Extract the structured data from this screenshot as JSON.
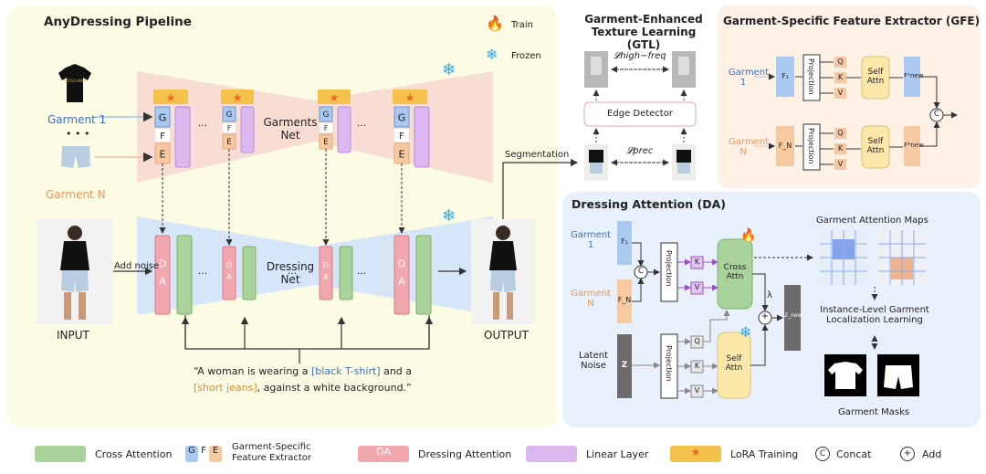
{
  "pipeline": {
    "title": "AnyDressing Pipeline",
    "garment1": "Garment 1",
    "dots": "• • •",
    "garmentN": "Garment N",
    "garments_net": [
      "Garments",
      "Net"
    ],
    "dressing_net": [
      "Dressing",
      "Net"
    ],
    "add_noise": "Add noise",
    "input": "INPUT",
    "output": "OUTPUT",
    "ellipsis": "...",
    "g": "G",
    "f": "F",
    "e": "E",
    "da_d": "D",
    "da_a": "A",
    "prompt_1a": "“A woman is wearing a ",
    "prompt_1b": "[black T-shirt]",
    "prompt_1c": " and a",
    "prompt_2a": "[short jeans]",
    "prompt_2b": ", against a white background.”",
    "shirt_text": "MOSCHINO"
  },
  "legend_top": {
    "train": "Train",
    "frozen": "Frozen"
  },
  "gtl": {
    "title_1": "Garment-Enhanced",
    "title_2": "Texture Learning (GTL)",
    "loss_high": "𝓛high−freq",
    "edge_detector": "Edge Detector",
    "loss_prec": "𝓛prec",
    "segmentation": "Segmentation"
  },
  "gfe": {
    "title": "Garment-Specific Feature Extractor (GFE)",
    "garment1_a": "Garment",
    "garment1_b": "1",
    "garmentN_a": "Garment",
    "garmentN_b": "N",
    "f1": "F₁",
    "fN": "F_N",
    "projection": "Projection",
    "q": "Q",
    "k": "K",
    "v": "V",
    "self_attn_a": "Self",
    "self_attn_b": "Attn",
    "fnew1": "F¹new",
    "fnewN": "Fᴺnew",
    "concat": "C"
  },
  "da": {
    "title": "Dressing Attention (DA)",
    "garment1_a": "Garment",
    "garment1_b": "1",
    "garmentN_a": "Garment",
    "garmentN_b": "N",
    "f1": "F₁",
    "fN": "F_N",
    "concat": "C",
    "projection": "Projection",
    "k": "K",
    "v": "V",
    "q": "Q",
    "cross_attn_a": "Cross",
    "cross_attn_b": "Attn",
    "self_attn_a": "Self",
    "self_attn_b": "Attn",
    "lambda": "λ",
    "plus": "+",
    "znew": "Z_new",
    "latent_a": "Latent",
    "latent_b": "Noise",
    "z": "Z",
    "maps_title": "Garment Attention Maps",
    "ilg_1": "Instance-Level Garment",
    "ilg_2": "Localization Learning",
    "masks_title": "Garment Masks"
  },
  "legend": {
    "cross_attention": "Cross Attention",
    "gfe_1": "Garment-Specific",
    "gfe_2": "Feature Extractor",
    "dressing_attention": "Dressing Attention",
    "da_box": "DA",
    "linear_layer": "Linear Layer",
    "lora": "LoRA Training",
    "concat_sym": "C",
    "concat": "Concat",
    "add_sym": "+",
    "add": "Add",
    "g": "G",
    "f": "F",
    "e": "E"
  },
  "colors": {
    "green": "#a9d39a",
    "pink": "#f2a6ad",
    "purple": "#dcb8f0",
    "blue": "#a9c9f0",
    "orange": "#f7c9a0",
    "star": "#f4c24a",
    "garment1_blue": "#3b6fc4",
    "garmentN_orange": "#f0975a"
  }
}
